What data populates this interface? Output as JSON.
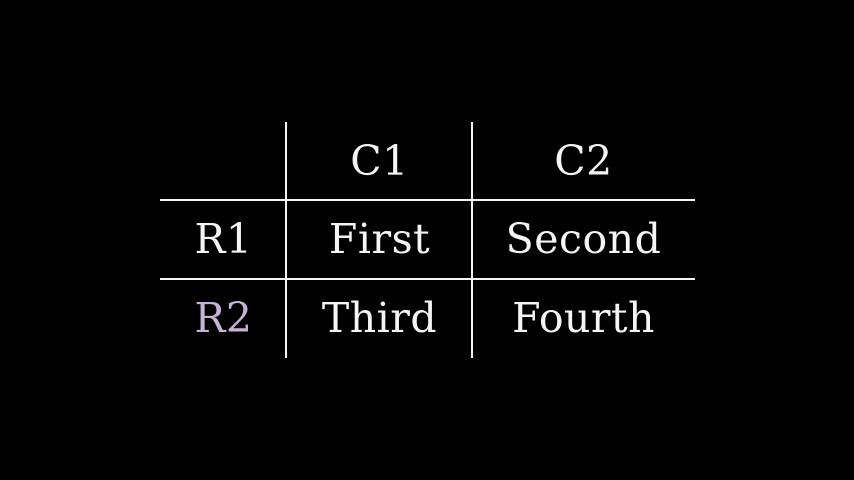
{
  "chart_data": {
    "type": "table",
    "title": "",
    "column_headers": [
      "C1",
      "C2"
    ],
    "row_headers": [
      "R1",
      "R2"
    ],
    "cells": [
      [
        "First",
        "Second"
      ],
      [
        "Third",
        "Fourth"
      ]
    ],
    "layout_hints": {
      "background": "#000000",
      "grid_lines": "inner only, no outer border",
      "highlighted_row_header": "R2"
    }
  },
  "table": {
    "header": {
      "corner": "",
      "c1": "C1",
      "c2": "C2"
    },
    "row1": {
      "label": "R1",
      "cell1": "First",
      "cell2": "Second"
    },
    "row2": {
      "label": "R2",
      "cell1": "Third",
      "cell2": "Fourth"
    }
  },
  "colors": {
    "background": "#000000",
    "text": "#f5f5f5",
    "line": "#f5f5f5",
    "highlight": "#c8b3d6"
  }
}
